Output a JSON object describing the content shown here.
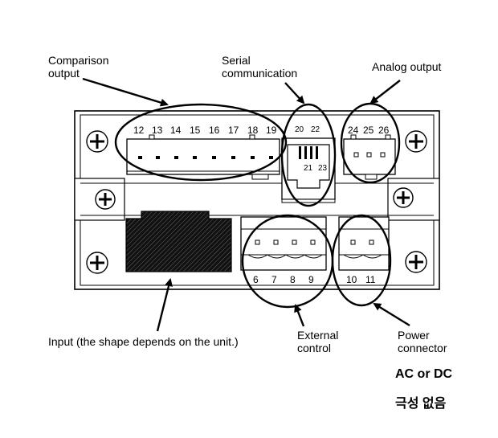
{
  "labels": {
    "comparison_output": "Comparison\noutput",
    "serial_communication": "Serial\ncommunication",
    "analog_output": "Analog output",
    "input": "Input (the shape depends on the unit.)",
    "external_control": "External\ncontrol",
    "power_connector": "Power\nconnector",
    "ac_or_dc": "AC or DC",
    "no_polarity_kr": "극성 없음"
  },
  "terminals": {
    "comparison": [
      "12",
      "13",
      "14",
      "15",
      "16",
      "17",
      "18",
      "19"
    ],
    "serial_top": [
      "20",
      "22"
    ],
    "serial_bottom": [
      "21",
      "23"
    ],
    "analog": [
      "24",
      "25",
      "26"
    ],
    "external": [
      "6",
      "7",
      "8",
      "9"
    ],
    "power": [
      "10",
      "11"
    ]
  }
}
